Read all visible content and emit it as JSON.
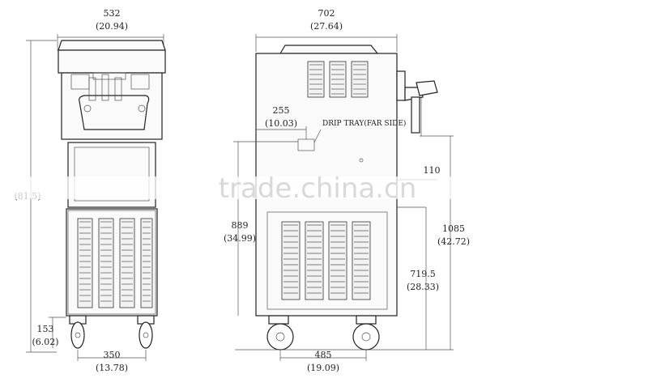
{
  "front_view": {
    "width_mm": "532",
    "width_in": "(20.94)",
    "height_partial": "(81.5)",
    "base_height_mm": "153",
    "base_height_in": "(6.02)",
    "wheelbase_mm": "350",
    "wheelbase_in": "(13.78)"
  },
  "side_view": {
    "depth_mm": "702",
    "depth_in": "(27.64)",
    "tray_offset_mm": "255",
    "tray_offset_in": "(10.03)",
    "drip_tray_label": "DRIP TRAY(FAR SIDE)",
    "tray_height_mm": "889",
    "tray_height_in": "(34.99)",
    "spout_depth_mm": "110",
    "spout_height_mm": "1085",
    "spout_height_in": "(42.72)",
    "panel_height_mm": "719.5",
    "panel_height_in": "(28.33)",
    "wheelbase_mm": "485",
    "wheelbase_in": "(19.09)"
  },
  "watermark": "trade.china.cn"
}
